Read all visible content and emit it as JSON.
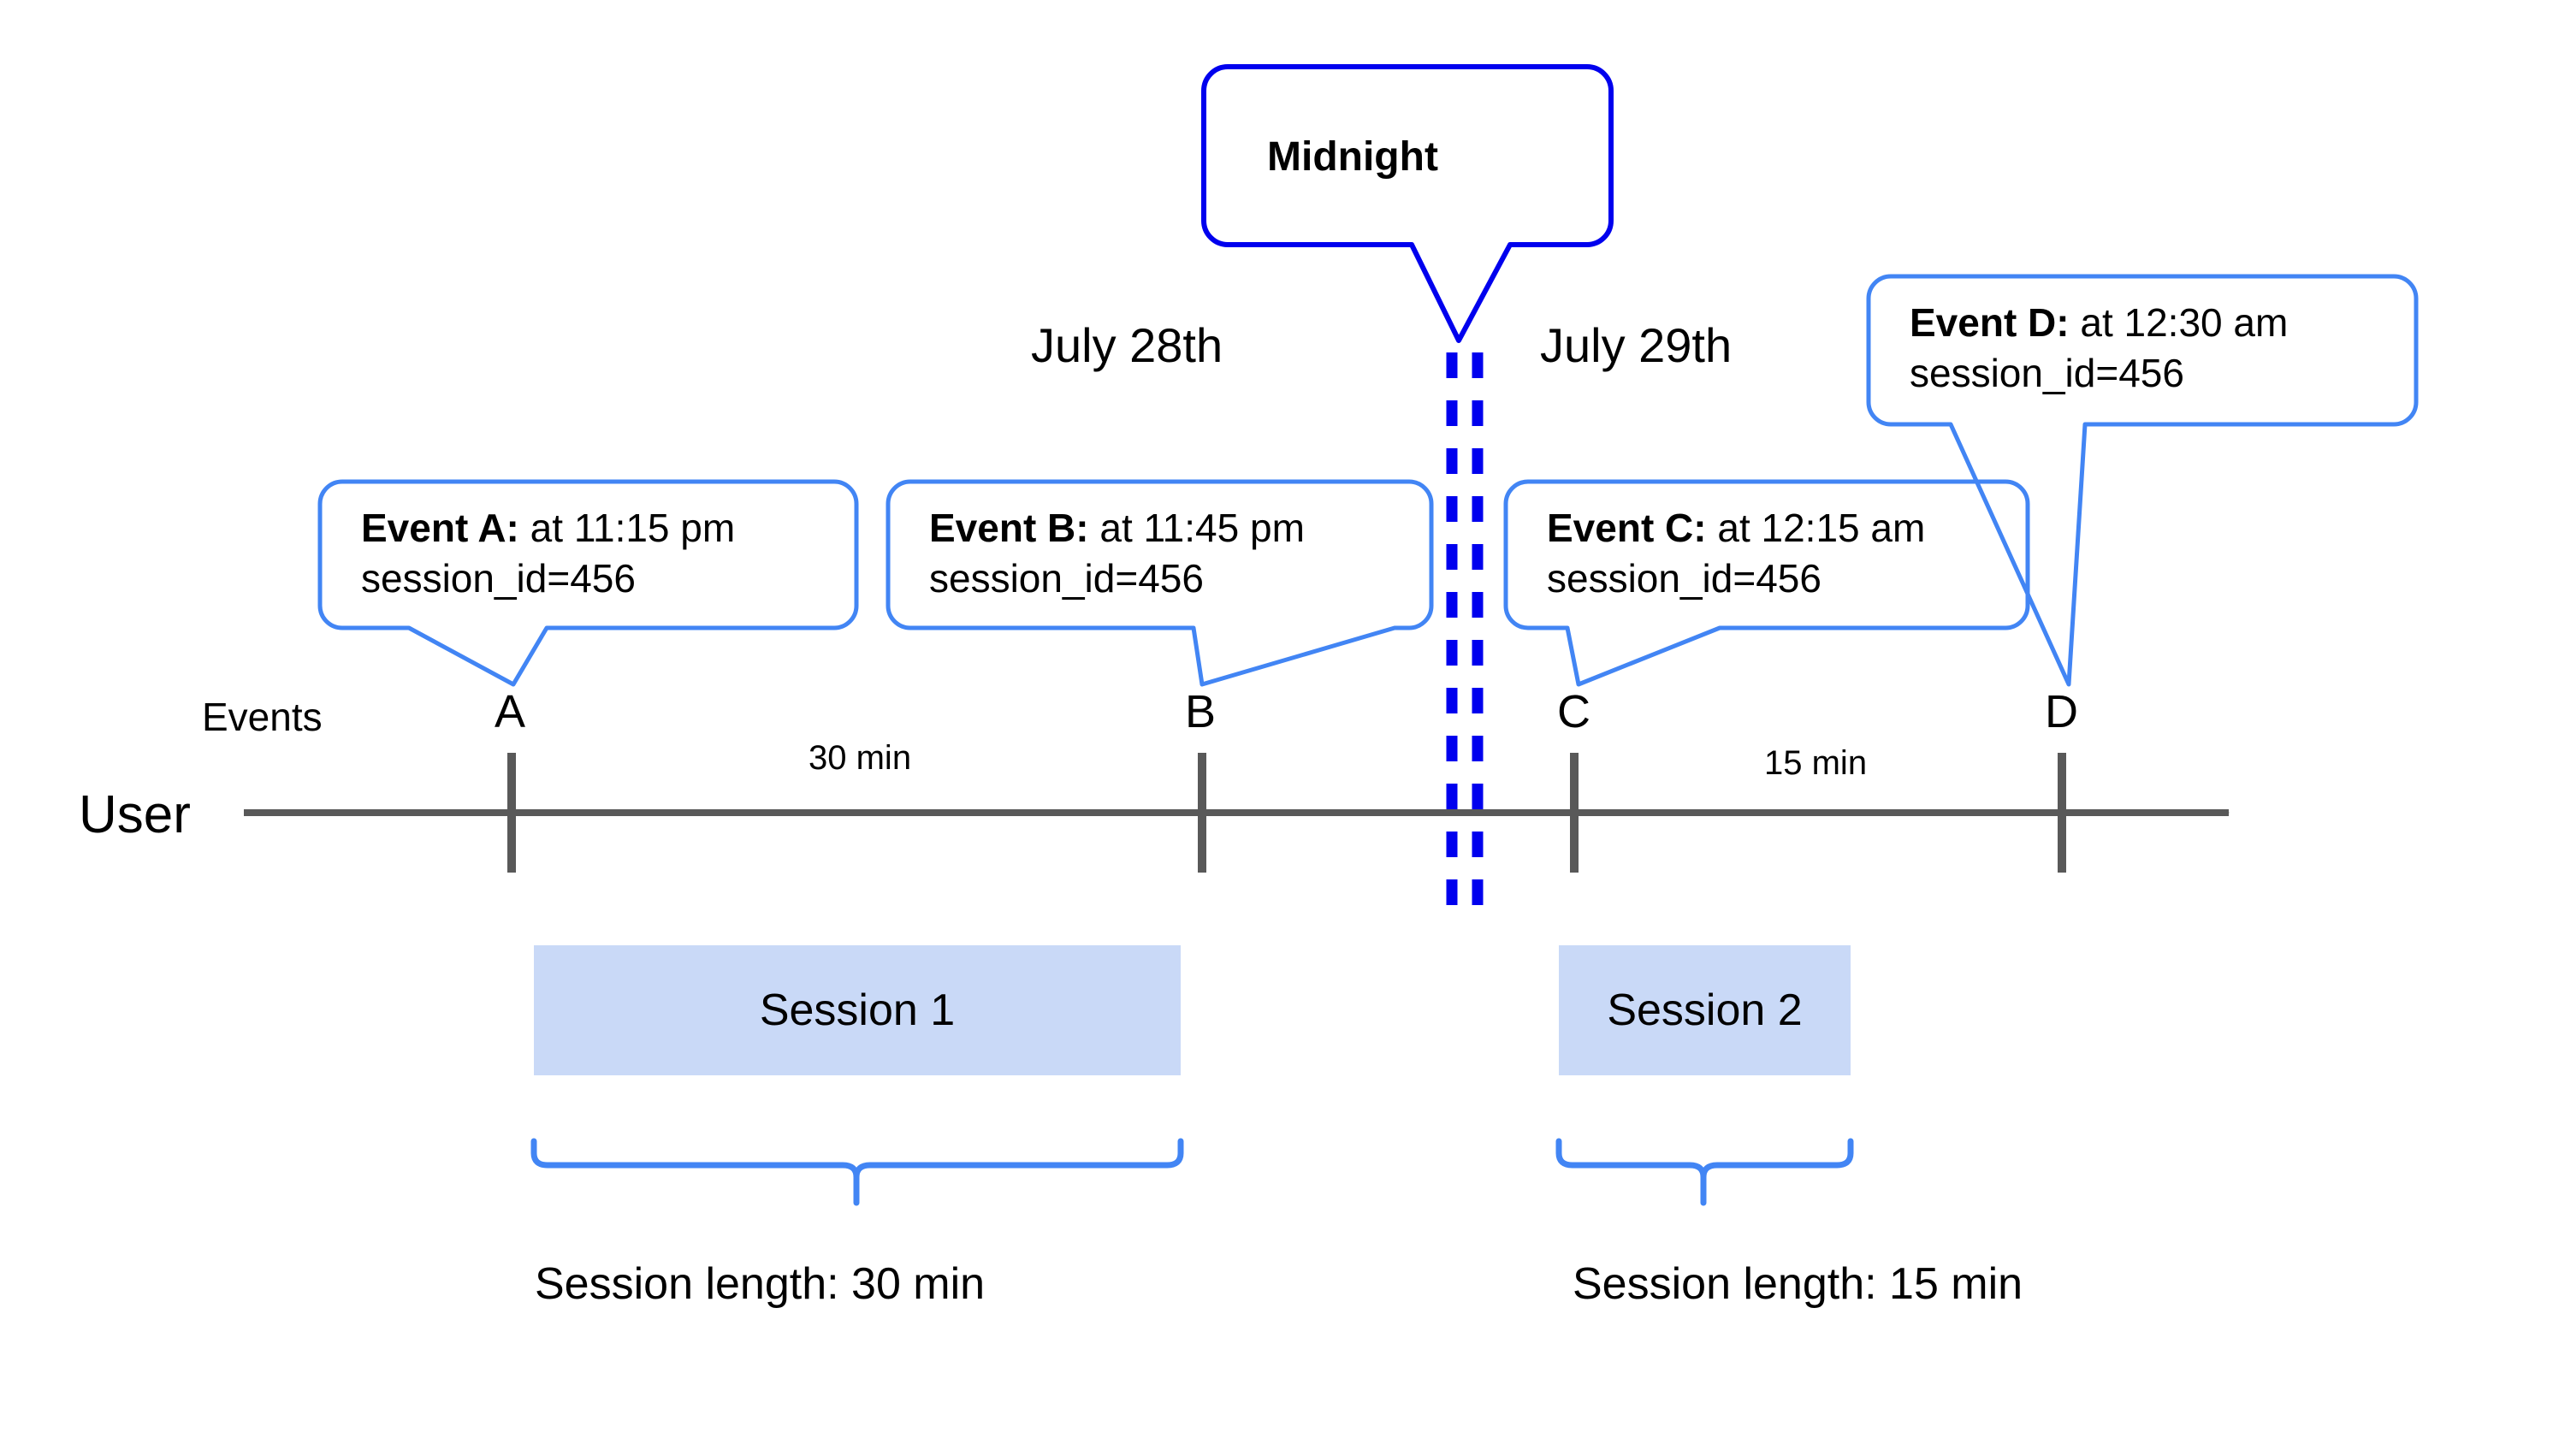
{
  "diagram": {
    "title_elements": {
      "midnight_label": "Midnight",
      "date_left": "July 28th",
      "date_right": "July 29th"
    },
    "axis": {
      "row_label": "User",
      "events_label": "Events",
      "ticks": [
        "A",
        "B",
        "C",
        "D"
      ],
      "durations": [
        "30 min",
        "15 min"
      ]
    },
    "callouts": [
      {
        "id": "A",
        "bold": "Event A:",
        "rest": " at 11:15 pm",
        "line2": "session_id=456"
      },
      {
        "id": "B",
        "bold": "Event B:",
        "rest": " at 11:45 pm",
        "line2": "session_id=456"
      },
      {
        "id": "C",
        "bold": "Event C:",
        "rest": " at 12:15 am",
        "line2": "session_id=456"
      },
      {
        "id": "D",
        "bold": "Event D:",
        "rest": " at 12:30 am",
        "line2": "session_id=456"
      }
    ],
    "sessions": [
      {
        "label": "Session 1",
        "length_label": "Session length: 30 min"
      },
      {
        "label": "Session 2",
        "length_label": "Session length: 15 min"
      }
    ],
    "colors": {
      "callout_border": "#4285f4",
      "midnight_border": "#0000ee",
      "midnight_dashes": "#0000ee",
      "session_fill": "#c9d9f7",
      "axis": "#595959",
      "brace": "#4285f4",
      "text": "#000000"
    }
  }
}
